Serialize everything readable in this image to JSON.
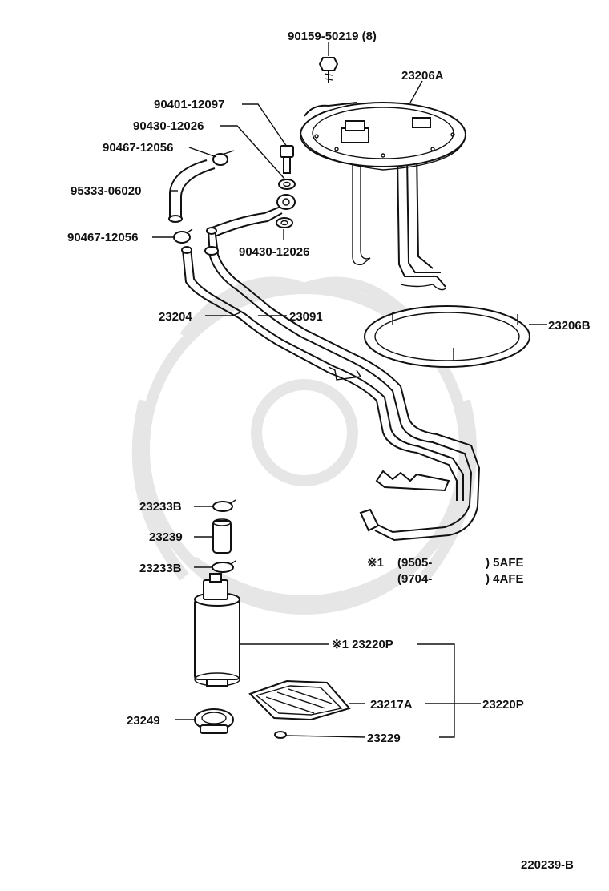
{
  "labels": {
    "bolt": "90159-50219 (8)",
    "sender_gauge": "23206A",
    "union_bolt": "90401-12097",
    "gasket_upper": "90430-12026",
    "clamp_upper": "90467-12056",
    "hose": "95333-06020",
    "clamp_lower": "90467-12056",
    "gasket_lower": "90430-12026",
    "tube_return": "23204",
    "tube_outlet": "23091",
    "sender_gasket": "23206B",
    "clip_upper": "23233B",
    "hose_pump": "23239",
    "clip_lower": "23233B",
    "note_line1_mark": "※1",
    "note_line1_code": "(9505-",
    "note_line1_end": ") 5AFE",
    "note_line2_code": "(9704-",
    "note_line2_end": ") 4AFE",
    "pump_assy": "※1 23220P",
    "filter": "23217A",
    "pump_group": "23220P",
    "cushion": "23249",
    "clip_filter": "23229",
    "diagram_id": "220239-B"
  }
}
